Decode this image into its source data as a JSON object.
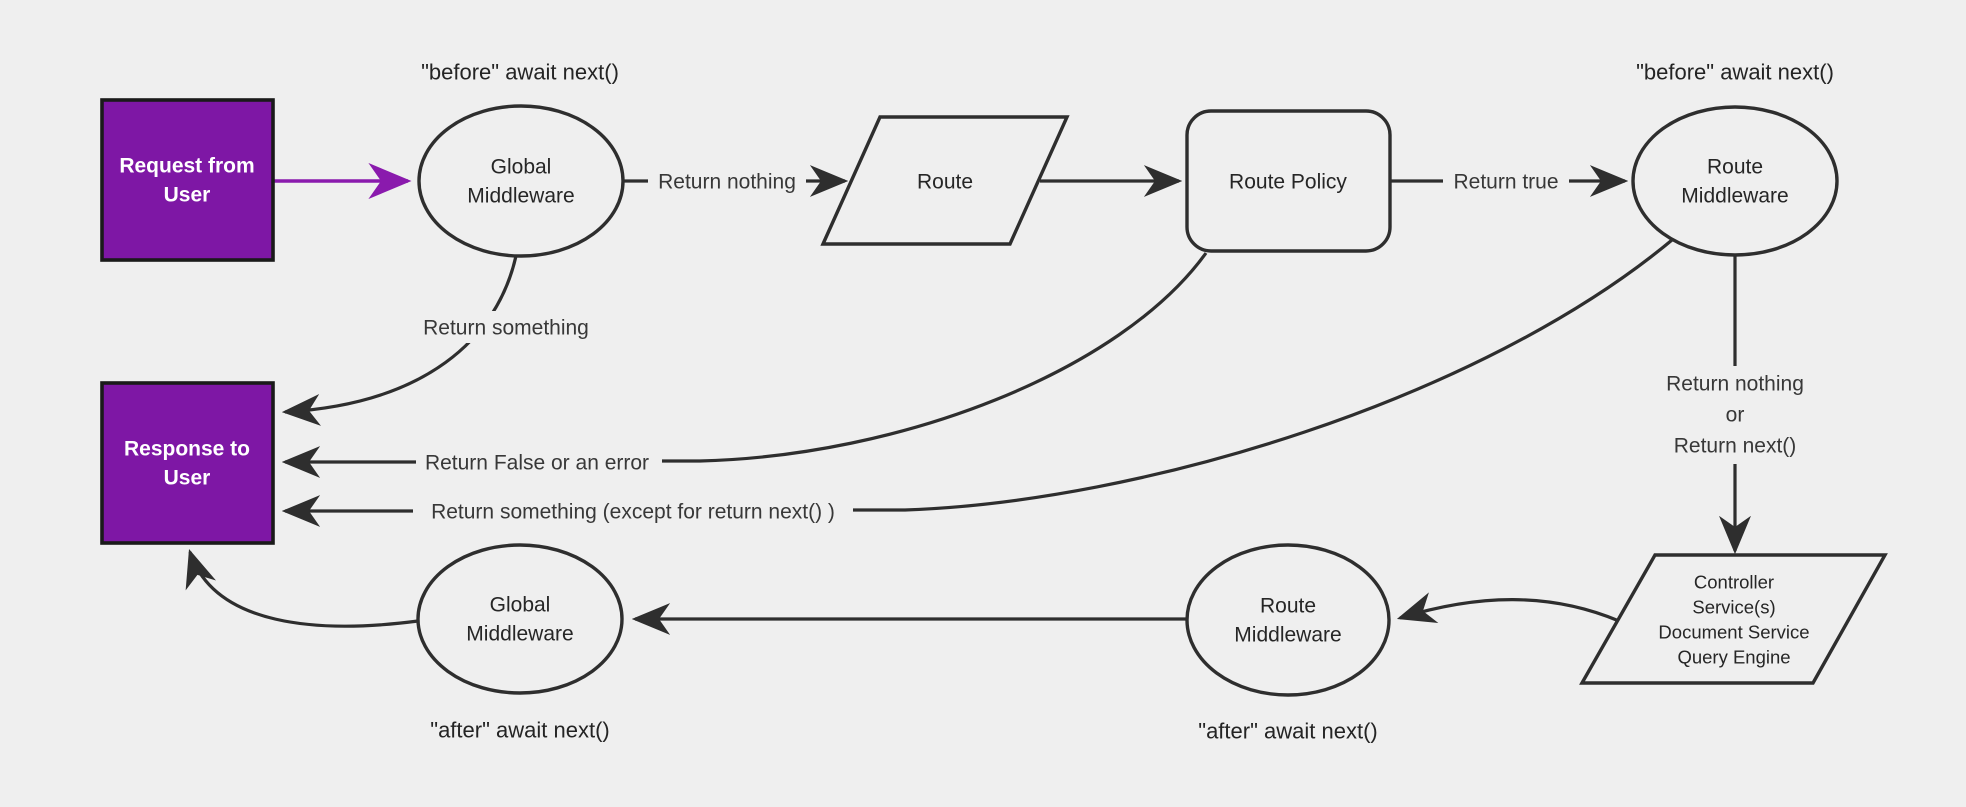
{
  "diagram": {
    "colors": {
      "background": "#efefef",
      "node_purple": "#7e17a5",
      "arrow_purple": "#8a1aad",
      "stroke": "#2e2e2e",
      "text": "#262626"
    },
    "annotations": {
      "before_global": "\"before\" await next()",
      "before_route": "\"before\" await next()",
      "after_global": "\"after\" await next()",
      "after_route": "\"after\" await next()"
    },
    "nodes": {
      "request": {
        "line1": "Request from",
        "line2": "User"
      },
      "global_middleware_top": {
        "line1": "Global",
        "line2": "Middleware"
      },
      "route": {
        "label": "Route"
      },
      "route_policy": {
        "label": "Route Policy"
      },
      "route_middleware_top": {
        "line1": "Route",
        "line2": "Middleware"
      },
      "response": {
        "line1": "Response to",
        "line2": "User"
      },
      "global_middleware_bottom": {
        "line1": "Global",
        "line2": "Middleware"
      },
      "route_middleware_bottom": {
        "line1": "Route",
        "line2": "Middleware"
      },
      "controller": {
        "line1": "Controller",
        "line2": "Service(s)",
        "line3": "Document Service",
        "line4": "Query Engine"
      }
    },
    "edge_labels": {
      "return_nothing": "Return nothing",
      "return_true": "Return true",
      "return_something": "Return something",
      "return_false_or_error": "Return False or an error",
      "return_something_except": "Return something (except for return next() )",
      "return_nothing_or": {
        "line1": "Return nothing",
        "line2": "or",
        "line3": "Return next()"
      }
    }
  }
}
